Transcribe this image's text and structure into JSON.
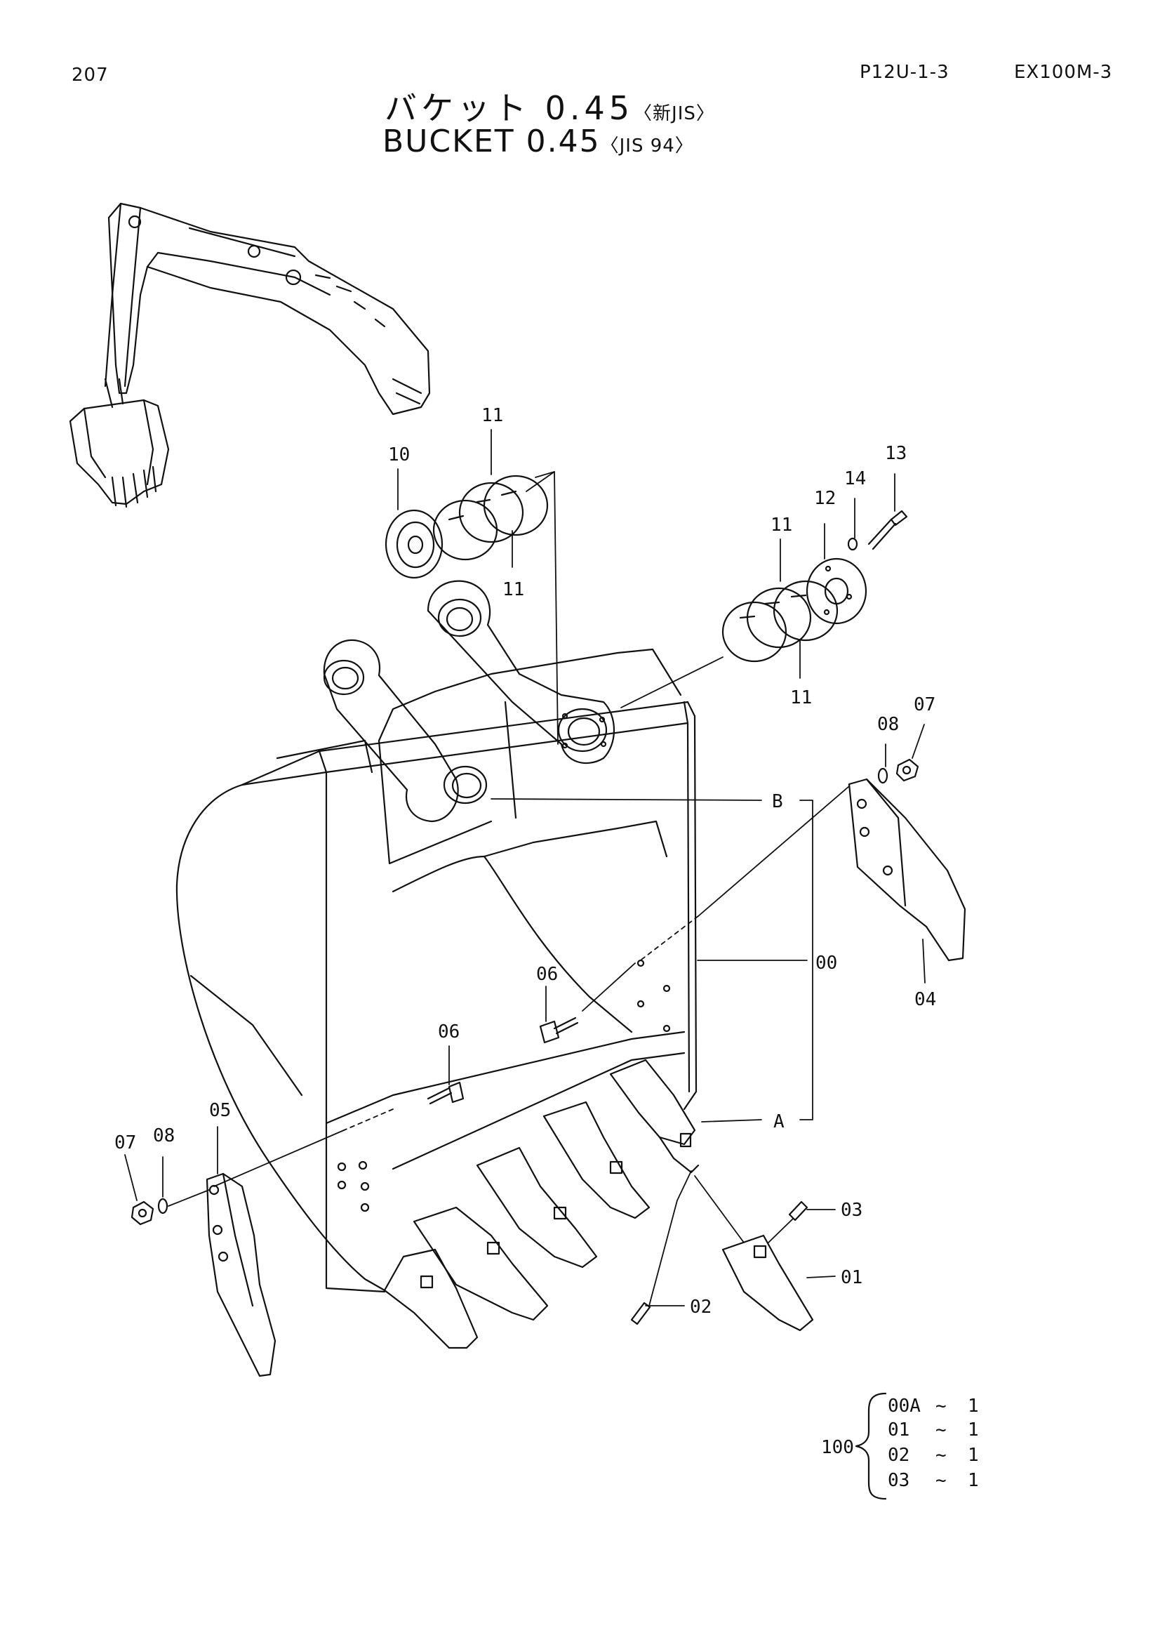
{
  "header": {
    "page_number": "207",
    "section_code": "P12U-1-3",
    "model": "EX100M-3"
  },
  "title": {
    "japanese": "バケット 0.45",
    "japanese_spec": "〈新JIS〉",
    "english": "BUCKET 0.45",
    "english_spec": "〈JIS 94〉"
  },
  "callouts": {
    "c00": "00",
    "c01": "01",
    "c02": "02",
    "c03": "03",
    "c04": "04",
    "c05": "05",
    "c06a": "06",
    "c06b": "06",
    "c07a": "07",
    "c07b": "07",
    "c08a": "08",
    "c08b": "08",
    "c10": "10",
    "c11a": "11",
    "c11b": "11",
    "c11c": "11",
    "c11d": "11",
    "c12": "12",
    "c13": "13",
    "c14": "14",
    "refA": "A",
    "refB": "B"
  },
  "kit": {
    "number": "100",
    "rows": [
      {
        "part": "00A",
        "sep": "~",
        "qty": "1"
      },
      {
        "part": "01",
        "sep": "~",
        "qty": "1"
      },
      {
        "part": "02",
        "sep": "~",
        "qty": "1"
      },
      {
        "part": "03",
        "sep": "~",
        "qty": "1"
      }
    ]
  }
}
